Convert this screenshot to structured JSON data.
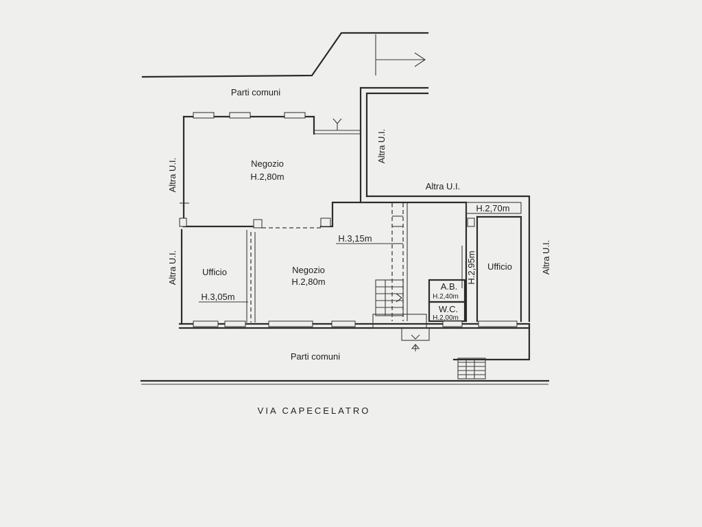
{
  "labels": {
    "parti_comuni_top": "Parti comuni",
    "parti_comuni_bottom": "Parti comuni",
    "altra_ui_left_top": "Altra U.I.",
    "altra_ui_left_bottom": "Altra U.I.",
    "altra_ui_mid_vertical": "Altra U.I.",
    "altra_ui_mid_horizontal": "Altra U.I.",
    "altra_ui_right": "Altra U.I.",
    "negozio_1_name": "Negozio",
    "negozio_1_height": "H.2,80m",
    "negozio_2_name": "Negozio",
    "negozio_2_height": "H.2,80m",
    "ufficio_left_name": "Ufficio",
    "ufficio_left_height": "H.3,05m",
    "ufficio_right_name": "Ufficio",
    "ufficio_right_height": "H.2,70m",
    "corridor_height": "H.3,15m",
    "passage_height": "H.2,95m",
    "ab_name": "A.B.",
    "ab_height": "H.2,40m",
    "wc_name": "W.C.",
    "wc_height": "H.2,00m",
    "street_name": "VIA CAPECELATRO"
  },
  "colors": {
    "paper": "#efefed",
    "ink": "#2b2b2b"
  }
}
